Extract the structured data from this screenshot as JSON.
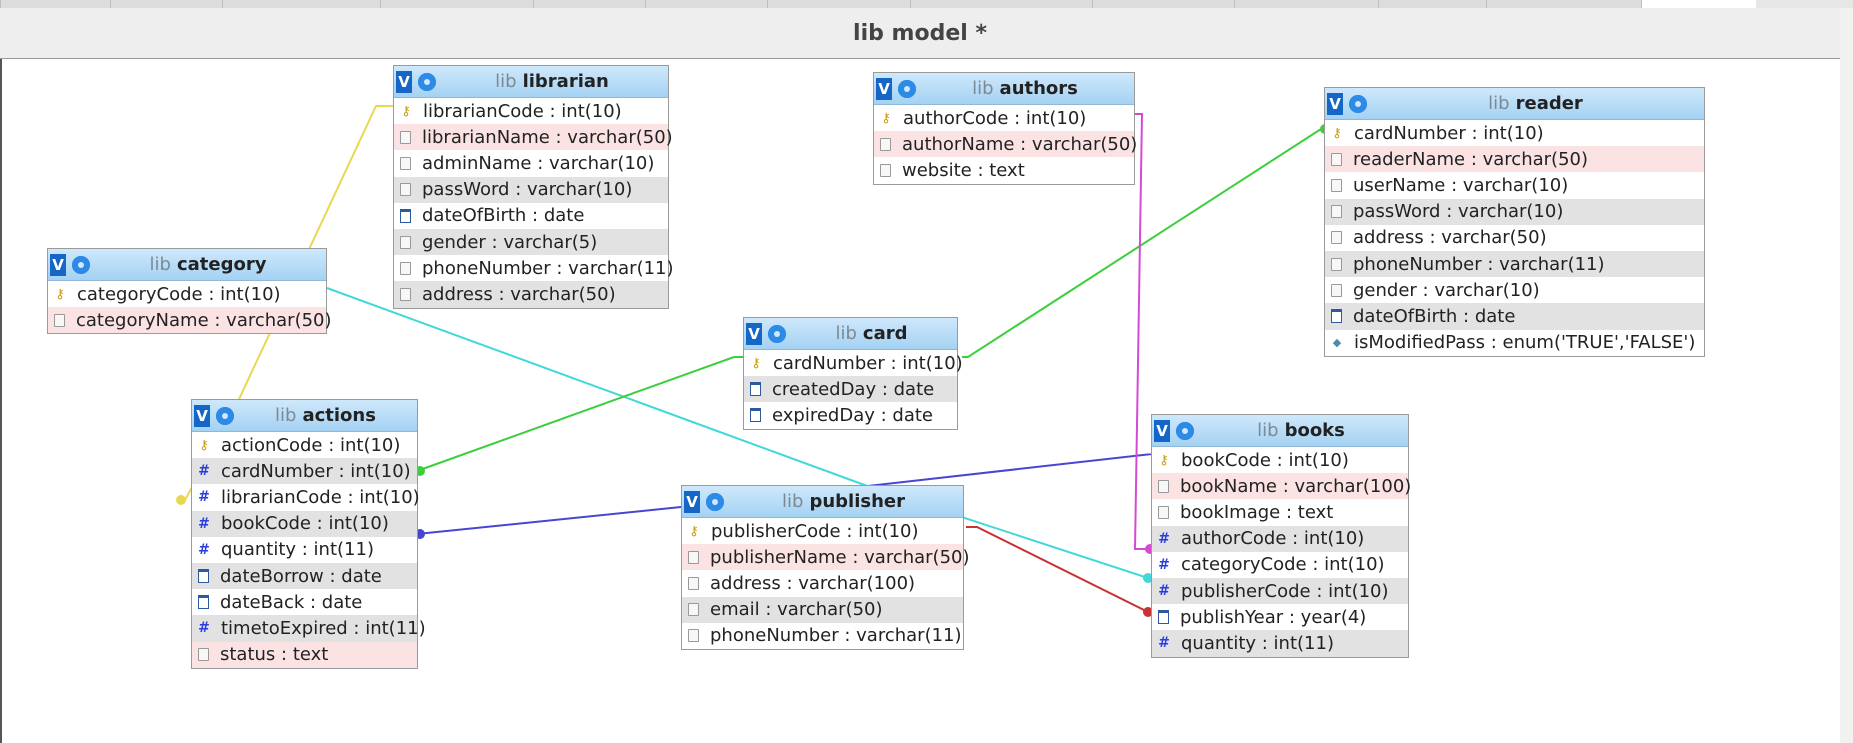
{
  "window": {
    "title": "lib model *"
  },
  "db_prefix": "lib",
  "colors": {
    "header_bg": "#a4d2f3",
    "link_category": "#e6d852",
    "link_books_category": "#40d8d8",
    "link_card": "#3ccf3c",
    "link_book": "#4646d2",
    "link_author": "#d54ad5",
    "link_publisher": "#c83232"
  },
  "tables": {
    "librarian": {
      "name": "librarian",
      "fields": [
        {
          "label": "librarianCode : int(10)",
          "icon": "key-icon"
        },
        {
          "label": "librarianName : varchar(50)",
          "icon": "text-icon"
        },
        {
          "label": "adminName : varchar(10)",
          "icon": "text-icon"
        },
        {
          "label": "passWord : varchar(10)",
          "icon": "text-icon"
        },
        {
          "label": "dateOfBirth : date",
          "icon": "date-icon"
        },
        {
          "label": "gender : varchar(5)",
          "icon": "text-icon"
        },
        {
          "label": "phoneNumber : varchar(11)",
          "icon": "text-icon"
        },
        {
          "label": "address : varchar(50)",
          "icon": "text-icon"
        }
      ]
    },
    "category": {
      "name": "category",
      "fields": [
        {
          "label": "categoryCode : int(10)",
          "icon": "key-icon"
        },
        {
          "label": "categoryName : varchar(50)",
          "icon": "text-icon"
        }
      ]
    },
    "authors": {
      "name": "authors",
      "fields": [
        {
          "label": "authorCode : int(10)",
          "icon": "key-icon"
        },
        {
          "label": "authorName : varchar(50)",
          "icon": "text-icon"
        },
        {
          "label": "website : text",
          "icon": "text-icon"
        }
      ]
    },
    "reader": {
      "name": "reader",
      "fields": [
        {
          "label": "cardNumber : int(10)",
          "icon": "key-icon"
        },
        {
          "label": "readerName : varchar(50)",
          "icon": "text-icon"
        },
        {
          "label": "userName : varchar(10)",
          "icon": "text-icon"
        },
        {
          "label": "passWord : varchar(10)",
          "icon": "text-icon"
        },
        {
          "label": "address : varchar(50)",
          "icon": "text-icon"
        },
        {
          "label": "phoneNumber : varchar(11)",
          "icon": "text-icon"
        },
        {
          "label": "gender : varchar(10)",
          "icon": "text-icon"
        },
        {
          "label": "dateOfBirth : date",
          "icon": "date-icon"
        },
        {
          "label": "isModifiedPass : enum('TRUE','FALSE')",
          "icon": "enum-icon"
        }
      ]
    },
    "card": {
      "name": "card",
      "fields": [
        {
          "label": "cardNumber : int(10)",
          "icon": "key-icon"
        },
        {
          "label": "createdDay : date",
          "icon": "date-icon"
        },
        {
          "label": "expiredDay : date",
          "icon": "date-icon"
        }
      ]
    },
    "actions": {
      "name": "actions",
      "fields": [
        {
          "label": "actionCode : int(10)",
          "icon": "key-icon"
        },
        {
          "label": "cardNumber : int(10)",
          "icon": "index-icon"
        },
        {
          "label": "librarianCode : int(10)",
          "icon": "index-icon"
        },
        {
          "label": "bookCode : int(10)",
          "icon": "index-icon"
        },
        {
          "label": "quantity : int(11)",
          "icon": "index-icon"
        },
        {
          "label": "dateBorrow : date",
          "icon": "date-icon"
        },
        {
          "label": "dateBack : date",
          "icon": "date-icon"
        },
        {
          "label": "timetoExpired : int(11)",
          "icon": "index-icon"
        },
        {
          "label": "status : text",
          "icon": "text-icon"
        }
      ]
    },
    "publisher": {
      "name": "publisher",
      "fields": [
        {
          "label": "publisherCode : int(10)",
          "icon": "key-icon"
        },
        {
          "label": "publisherName : varchar(50)",
          "icon": "text-icon"
        },
        {
          "label": "address : varchar(100)",
          "icon": "text-icon"
        },
        {
          "label": "email : varchar(50)",
          "icon": "text-icon"
        },
        {
          "label": "phoneNumber : varchar(11)",
          "icon": "text-icon"
        }
      ]
    },
    "books": {
      "name": "books",
      "fields": [
        {
          "label": "bookCode : int(10)",
          "icon": "key-icon"
        },
        {
          "label": "bookName : varchar(100)",
          "icon": "text-icon"
        },
        {
          "label": "bookImage : text",
          "icon": "text-icon"
        },
        {
          "label": "authorCode : int(10)",
          "icon": "index-icon"
        },
        {
          "label": "categoryCode : int(10)",
          "icon": "index-icon"
        },
        {
          "label": "publisherCode : int(10)",
          "icon": "index-icon"
        },
        {
          "label": "publishYear : year(4)",
          "icon": "date-icon"
        },
        {
          "label": "quantity : int(11)",
          "icon": "index-icon"
        }
      ]
    }
  }
}
